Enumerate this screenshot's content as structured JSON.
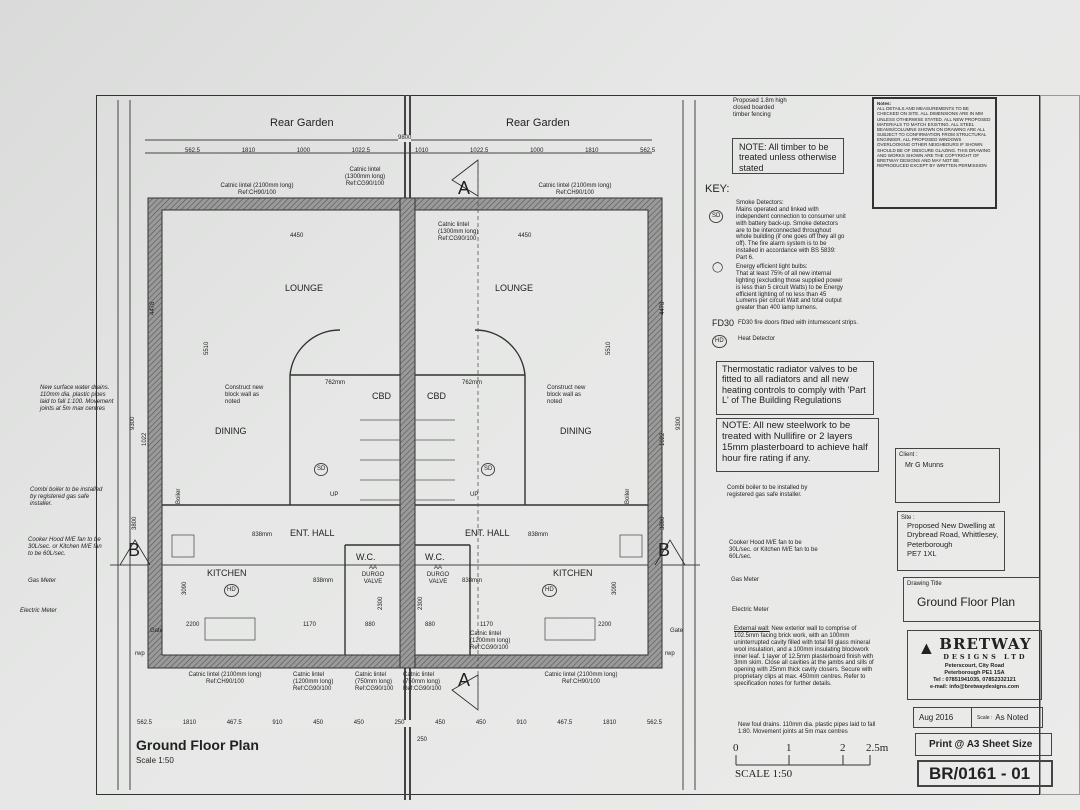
{
  "plan": {
    "rear_garden_left": "Rear Garden",
    "rear_garden_right": "Rear Garden",
    "overall_dim": "9800",
    "top_dims_left": [
      "562.5",
      "1810",
      "1000",
      "1022.5"
    ],
    "top_dims_right": [
      "1010",
      "1022.5",
      "1000",
      "1810",
      "562.5"
    ],
    "bottom_dims": [
      "562.5",
      "1810",
      "467.5",
      "910",
      "450",
      "450",
      "250",
      "450",
      "450",
      "910",
      "467.5",
      "1810",
      "562.5"
    ],
    "bottom_extra_dim": "250",
    "lintel_2100": "Catnic lintel (2100mm long) Ref:CH90/100",
    "lintel_1300": "Catnic lintel (1300mm long) Ref:CG90/100",
    "lintel_1200": "Catnic lintel (1200mm long) Ref:CG90/100",
    "lintel_750": "Catnic lintel (750mm long) Ref:CG90/100",
    "section_a": "A",
    "section_b": "B",
    "rooms": {
      "lounge": "LOUNGE",
      "dining": "DINING",
      "kitchen": "KITCHEN",
      "ent_hall": "ENT. HALL",
      "wc": "W.C.",
      "cbd": "CBD",
      "up": "UP"
    },
    "dims_inner": {
      "width_4450": "4450",
      "d838": "838mm",
      "d762": "762mm",
      "d5510": "5510",
      "d4478": "4478",
      "d9300": "9300",
      "d1022": "1022",
      "d3800": "3800",
      "d3090": "3090",
      "d2200": "2200",
      "d1170": "1170",
      "d880": "880",
      "d2300": "2300"
    },
    "symbols": {
      "sd": "SD",
      "hd": "HD",
      "valve": "AA DURGO VALVE",
      "boiler": "Boiler",
      "gate": "Gate",
      "rwp": "rwp"
    },
    "construct_block_wall": "Construct new block wall as noted",
    "title": "Ground Floor Plan",
    "scale": "Scale 1:50"
  },
  "left_notes": {
    "surface_water": "New surface water drains. 110mm dia. plastic pipes laid to fall 1:100. Movement joints at 5m max centres",
    "combi": "Combi boiler to be installed by registered gas safe installer.",
    "cooker": "Cooker Hood M/E fan to be 30L/sec. or Kitchen M/E fan to be 60L/sec.",
    "gas": "Gas Meter",
    "electric": "Electric Meter"
  },
  "right_notes": {
    "fencing": "Proposed 1.8m high closed boarded timber fencing",
    "note_timber": "NOTE: All timber to be treated unless otherwise stated",
    "key": "KEY:",
    "sd_title": "Smoke Detectors:",
    "sd_text": "Mains operated and linked with independent connection to consumer unit with battery back-up. Smoke detectors are to be interconnected throughout whole building (if one goes off they all go off). The fire alarm system is to be installed in accordance with BS 5839: Part 6.",
    "bulb_title": "Energy efficient light bulbs:",
    "bulb_text": "That at least 75% of all new internal lighting (excluding those supplied power is less than 5 circuit Watts) to be Energy efficient lighting of no less than 45 Lumens per circuit Watt and total output greater than 400 lamp lumens.",
    "fd30": "FD30",
    "fd30_text": "FD30 fire doors fitted with intumescent strips.",
    "hd_text": "Heat Detector",
    "trv": "Thermostatic radiator valves to be fitted to all radiators and all new heating controls to comply with 'Part L' of The Building Regulations",
    "steel": "NOTE: All new steelwork to be treated with Nullifire or 2 layers 15mm plasterboard to achieve half hour fire rating if any.",
    "combi": "Combi boiler to be installed by registered gas safe installer.",
    "cooker": "Cooker Hood M/E fan to be 30L/sec. or Kitchen M/E fan to be 60L/sec.",
    "gas": "Gas Meter",
    "electric": "Electric Meter",
    "external_wall_label": "External wall:",
    "external_wall": "New exterior wall to comprise of 102.5mm facing brick work, with an 100mm uninterrupted cavity filled with total fill glass mineral wool insulation, and a 100mm insulating blockwork inner leaf. 1 layer of 12.5mm plasterboard finish with 3mm skim. Close all cavities at the jambs and sills of opening with 25mm thick cavity closers. Secure with proprietary clips at max. 450mm centres. Refer to specification notes for further details.",
    "foul": "New foul drains. 110mm dia. plastic pipes laid to fall 1:80. Movement joints at 5m max centres",
    "scale_ticks": [
      "0",
      "1",
      "2",
      "2.5m"
    ],
    "scale_label": "SCALE 1:50"
  },
  "notes_box": {
    "title": "Notes:",
    "text": "ALL DETAILS AND MEASUREMENTS TO BE CHECKED ON SITE. ALL DIMENSIONS ARE IN MM UNLESS OTHERWISE STATED. ALL NEW PROPOSED MATERIALS TO MATCH EXISTING. ALL STEEL BEAMS/COLUMNS SHOWN ON DRAWING ARE ALL SUBJECT TO CONFIRMATION FROM STRUCTURAL ENGINEER. ALL PROPOSED WINDOWS OVERLOOKING OTHER NEIGHBOURS IF SHOWN SHOULD BE OF OBSCURE GLAZING. THIS DRAWING AND WORKS SHOWN ARE THE COPYRIGHT OF BRETWAY DESIGNS AND MAY NOT BE REPRODUCED EXCEPT BY WRITTEN PERMISSION"
  },
  "title_block": {
    "client_label": "Client :",
    "client": "Mr G Munns",
    "site_label": "Site :",
    "site": [
      "Proposed New Dwelling at",
      "Drybread Road, Whittlesey,",
      "Peterborough",
      "PE7 1XL"
    ],
    "drawing_title_label": "Drawing Title",
    "drawing_title": "Ground Floor Plan",
    "company": "BRETWAY",
    "company_sub": "DESIGNS LTD",
    "address": [
      "Peterscourt, City Road",
      "Peterborough PE1 1SA",
      "Tel : 07851941035, 07852332121",
      "e-mail: info@bretwaydesigns.com"
    ],
    "date": "Aug 2016",
    "scale_label": "Scale :",
    "scale": "As Noted",
    "print": "Print @ A3 Sheet Size",
    "drawing_no": "BR/0161 - 01"
  }
}
